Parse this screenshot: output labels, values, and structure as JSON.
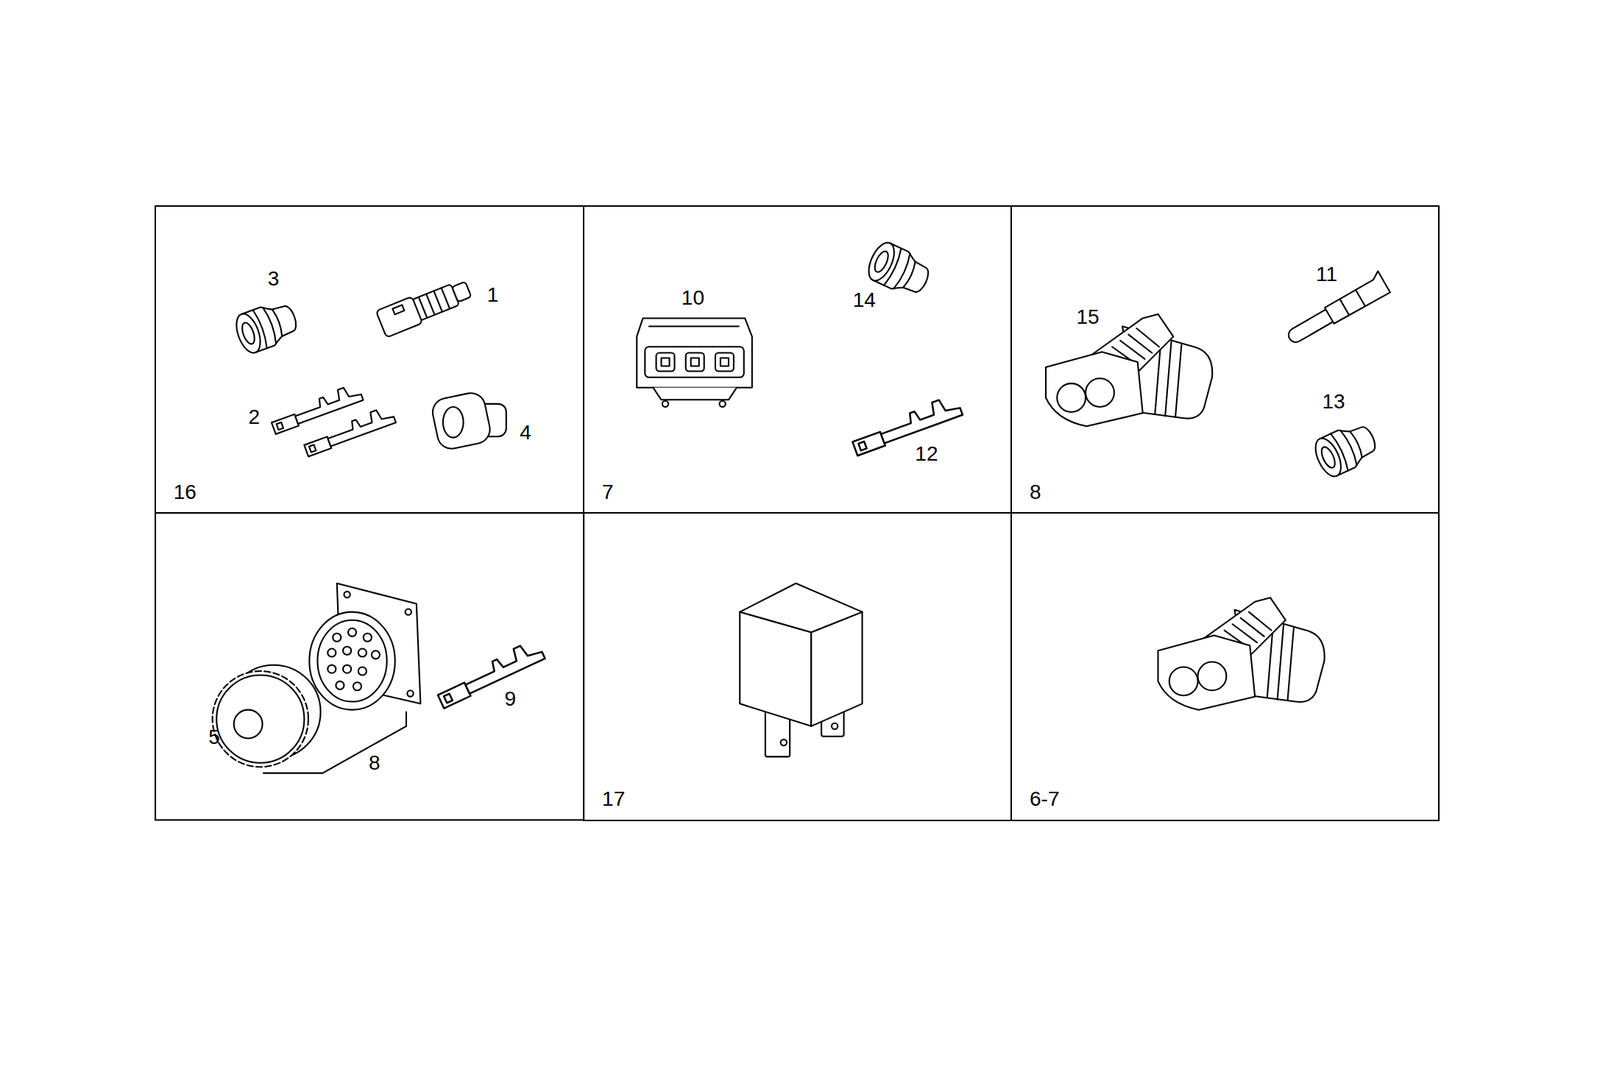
{
  "diagram": {
    "nodes": [
      {
        "text": [
          "16"
        ]
      },
      {
        "text": [
          "7"
        ]
      },
      {
        "text": [
          "8"
        ]
      },
      {
        "text": [
          "17"
        ]
      },
      {
        "text": [
          "6-7"
        ]
      }
    ],
    "labels": [
      "3",
      "1",
      "2",
      "4",
      "10",
      "14",
      "12",
      "15",
      "11",
      "13",
      "5",
      "8",
      "9"
    ]
  }
}
